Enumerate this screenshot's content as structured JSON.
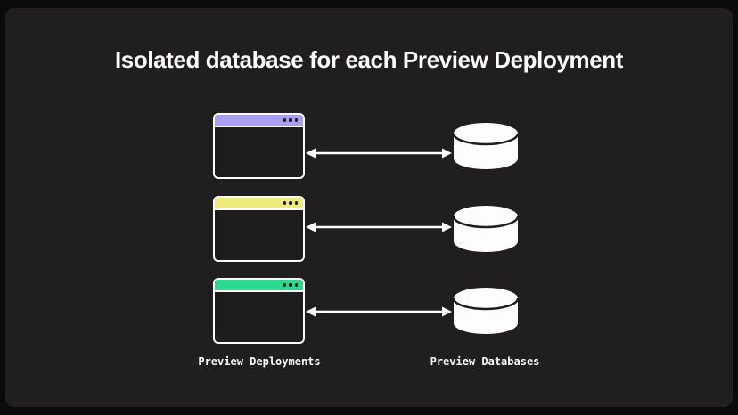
{
  "title": "Isolated database for each Preview Deployment",
  "legend": {
    "left": "Preview Deployments",
    "right": "Preview Databases"
  },
  "rows": [
    {
      "id": "preview-deployment-1",
      "titlebar_color": "#a89ef2"
    },
    {
      "id": "preview-deployment-2",
      "titlebar_color": "#edea7e"
    },
    {
      "id": "preview-deployment-3",
      "titlebar_color": "#2ad98e"
    }
  ],
  "colors": {
    "page_background": "#0b0b0b",
    "canvas_background": "#201e1e",
    "foreground": "#fdfdfd",
    "window_body": "#1e1c1c",
    "window_dots": "#1e1c1c"
  }
}
